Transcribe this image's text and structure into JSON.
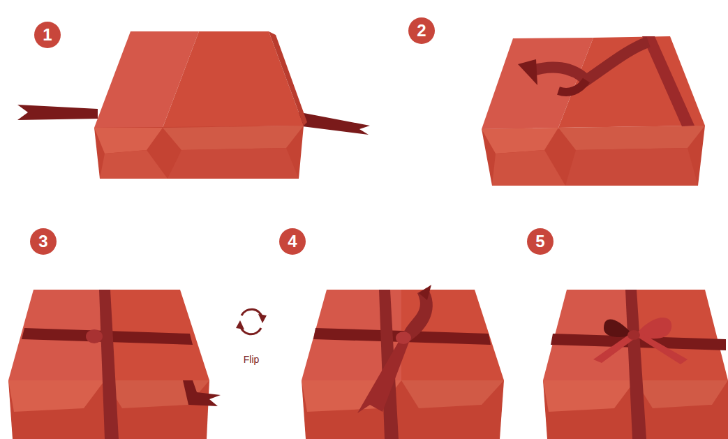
{
  "diagram": {
    "nodes": [
      {
        "text": [
          "1"
        ]
      },
      {
        "text": [
          "2"
        ]
      },
      {
        "text": [
          "3"
        ]
      },
      {
        "text": [
          "4"
        ]
      },
      {
        "text": [
          "5"
        ]
      }
    ],
    "labels": [
      "Flip"
    ]
  }
}
